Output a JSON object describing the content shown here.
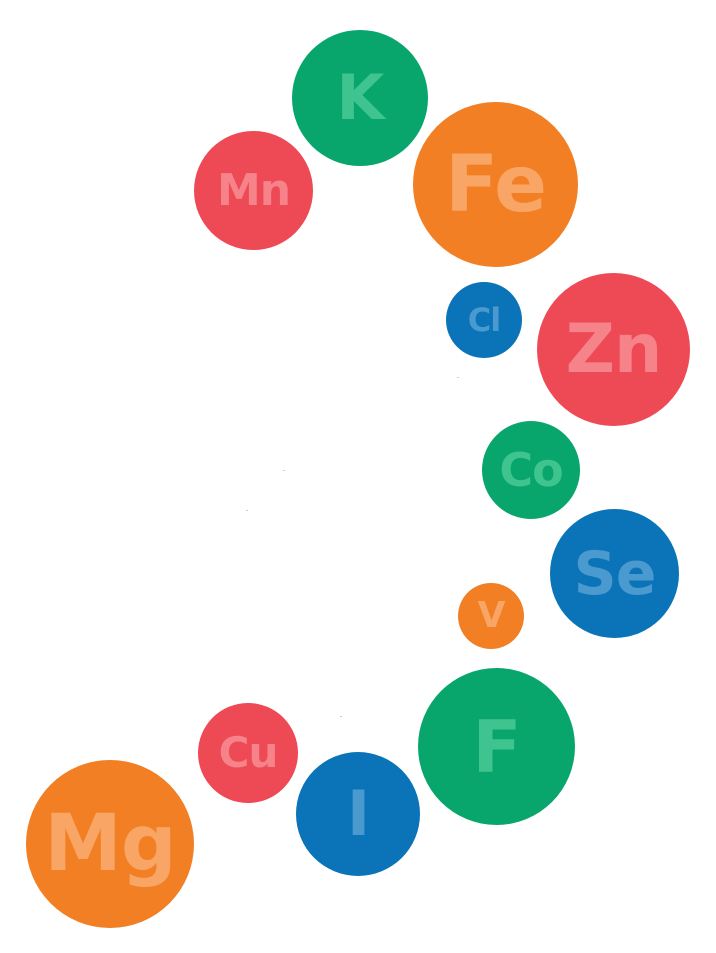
{
  "elements": [
    {
      "id": "k",
      "symbol": "K",
      "color": "green"
    },
    {
      "id": "mn",
      "symbol": "Mn",
      "color": "red"
    },
    {
      "id": "fe",
      "symbol": "Fe",
      "color": "orange"
    },
    {
      "id": "cl",
      "symbol": "Cl",
      "color": "blue"
    },
    {
      "id": "zn",
      "symbol": "Zn",
      "color": "red"
    },
    {
      "id": "co",
      "symbol": "Co",
      "color": "green"
    },
    {
      "id": "se",
      "symbol": "Se",
      "color": "blue"
    },
    {
      "id": "v",
      "symbol": "V",
      "color": "orange"
    },
    {
      "id": "f",
      "symbol": "F",
      "color": "green"
    },
    {
      "id": "cu",
      "symbol": "Cu",
      "color": "red"
    },
    {
      "id": "i",
      "symbol": "I",
      "color": "blue"
    },
    {
      "id": "mg",
      "symbol": "Mg",
      "color": "orange"
    }
  ],
  "palette": {
    "green": "#08a56c",
    "orange": "#f27f23",
    "red": "#ee4a55",
    "blue": "#0b74b8"
  }
}
